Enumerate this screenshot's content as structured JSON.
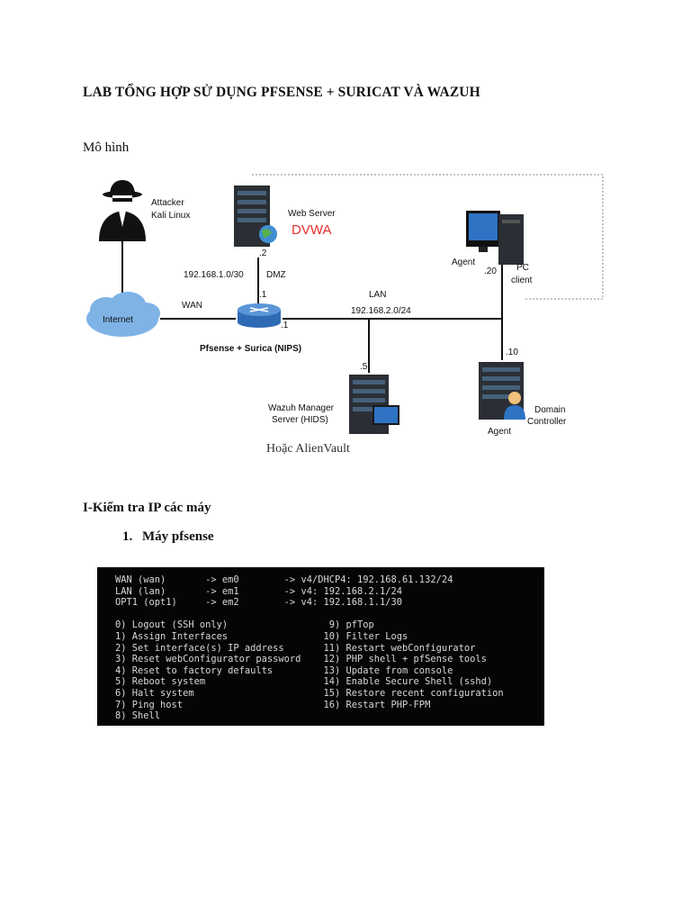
{
  "document": {
    "title": "LAB TỔNG HỢP SỬ DỤNG PFSENSE + SURICAT VÀ WAZUH",
    "model_heading": "Mô hình",
    "section_heading": "I-Kiểm tra IP các máy",
    "item_number": "1.",
    "item_label": "Máy pfsense"
  },
  "diagram": {
    "attacker": "Attacker",
    "kali": "Kali Linux",
    "internet": "Internet",
    "wan": "WAN",
    "web_server": "Web Server",
    "dvwa": "DVWA",
    "dmz_ip": "192.168.1.0/30",
    "dmz": "DMZ",
    "web_host": ".2",
    "dmz_gw": ".1",
    "lan": "LAN",
    "lan_net": "192.168.2.0/24",
    "lan_gw": ".1",
    "pfsense": "Pfsense + Surica (NIPS)",
    "wazuh_host": ".5",
    "wazuh_line1": "Wazuh Manager",
    "wazuh_line2": "Server (HIDS)",
    "alienvault": "Hoặc AlienVault",
    "pc_agent": "Agent",
    "pc_host": ".20",
    "pc_line1": "PC",
    "pc_line2": "client",
    "dc_host": ".10",
    "dc_line1": "Domain",
    "dc_line2": "Controller",
    "dc_agent": "Agent"
  },
  "terminal": {
    "lines": [
      "WAN (wan)       -> em0        -> v4/DHCP4: 192.168.61.132/24",
      "LAN (lan)       -> em1        -> v4: 192.168.2.1/24",
      "OPT1 (opt1)     -> em2        -> v4: 192.168.1.1/30",
      "",
      "0) Logout (SSH only)                  9) pfTop",
      "1) Assign Interfaces                 10) Filter Logs",
      "2) Set interface(s) IP address       11) Restart webConfigurator",
      "3) Reset webConfigurator password    12) PHP shell + pfSense tools",
      "4) Reset to factory defaults         13) Update from console",
      "5) Reboot system                     14) Enable Secure Shell (sshd)",
      "6) Halt system                       15) Restore recent configuration",
      "7) Ping host                         16) Restart PHP-FPM",
      "8) Shell"
    ]
  },
  "colors": {
    "terminal_bg": "#050505",
    "terminal_fg": "#d8d8d8",
    "dvwa_red": "#e3312b",
    "cloud_blue": "#7fb3e6",
    "router_blue": "#3d7cc9",
    "server_dark": "#2b2f35"
  }
}
